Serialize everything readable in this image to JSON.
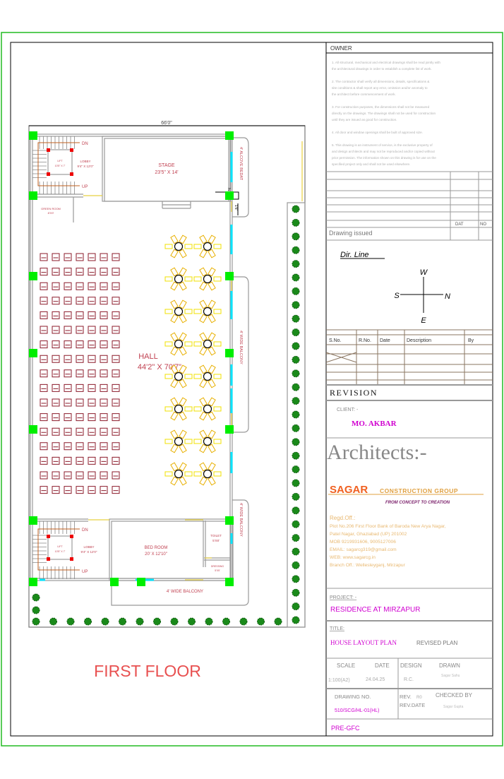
{
  "colors": {
    "frame_green": "#22bb22",
    "column_green": "#00ee00",
    "glass_cyan": "#00e5ff",
    "room_label": "#c04050",
    "chair": "#8b1a2a",
    "table_yellow": "#e8b000",
    "magenta": "#d000d0",
    "orange": "#f06020",
    "gold": "#e0a040",
    "purple": "#7a1f6a",
    "tree": "#1a8a1a"
  },
  "plan": {
    "overall_dimension": "66'0\"",
    "stage_label": "STAGE",
    "stage_size": "23'5\" X 14'",
    "lobby_top_label": "LOBBY",
    "lobby_top_size": "9'4\" X 12'0\"",
    "lift_top_label": "LIFT",
    "lift_top_size": "10'5\" X 7'",
    "green_room_label": "GREEN ROOM",
    "green_room_size": "8'X9'",
    "dn_label_top": "DN",
    "up_label_top": "UP",
    "hall_label": "HALL",
    "hall_size": "44'2\" X 70'7\"",
    "alcove_top": "4' ALCOVE BEDAT",
    "alcove_mid": "4' WIDE BALCONY",
    "alcove_bottom": "4' WIDE BALCONY",
    "dim_small_1": "2'",
    "dim_small_2": "1'6\"",
    "lift_bottom_label": "LIFT",
    "lift_bottom_size": "10'5\" X 7'",
    "lobby_bottom_label": "LOBBY",
    "lobby_bottom_size": "9'4\" X 12'0\"",
    "dn_label_bottom": "DN",
    "up_label_bottom": "UP",
    "bedroom_label": "BED ROOM",
    "bedroom_size": "20' X 12'10\"",
    "toilet_label": "TOILET",
    "toilet_size": "5'X8'",
    "dressing_label": "DRESSING",
    "dressing_size": "5'X5'",
    "balcony_bottom": "4' WIDE BALCONY",
    "floor_title": "FIRST FLOOR",
    "chair_rows": 17,
    "chairs_per_row": 7,
    "table_rows": 8,
    "table_cols": 2
  },
  "title_block": {
    "owner_header": "OWNER",
    "notes": [
      "1. All structural, mechanical and electrical drawings shall be read jointly with",
      "the architectural drawings in order to establish a complete list of work.",
      "2. The contractor shall verify all dimensions, details, specifications &",
      "site conditions & shall report any error, omission and/or anomaly to",
      "the architect before commencement of work.",
      "3. For construction purposes, the dimensions shall not be measured",
      "directly on the drawings. The drawings shall not be used for construction",
      "until they are issued as good for construction.",
      "4. All door and window openings shall be built of approved size.",
      "5. This drawing is an instrument of service, is the exclusive property of",
      "and design architects and may not be reproduced and/or copied without",
      "prior permission. The information shown on this drawing is for use on the",
      "specified project only and shall not be used elsewhere."
    ],
    "dat_label": "DAT",
    "no_label": "NO",
    "drawing_issued": "Drawing issued",
    "dir_line": "Dir. Line",
    "compass": {
      "top": "W",
      "left": "S",
      "right": "N",
      "bottom": "E"
    },
    "revision_headers": [
      "S.No.",
      "R.No.",
      "Date",
      "Description",
      "By"
    ],
    "revision_title": "REVISION",
    "client_label": "CLIENT: -",
    "client_name": "MO. AKBAR",
    "architects_heading": "Architects:-",
    "firm_name": "SAGAR",
    "firm_sub": "CONSTRUCTION GROUP",
    "tagline": "FROM CONCEPT TO CREATION",
    "address": [
      "Regd.Off.:",
      "Plot No.206 First Floor Bank of Baroda New Arya Nagar,",
      "Patel Nagar, Ghaziabad (UP) 201002",
      "MOB 9219931606, 9005127006",
      "EMAIL: sagarcg319@gmail.com",
      "WEB: www.sagarcg.in",
      "Branch Off.: Wellesleyganj, Mirzapur"
    ],
    "project_label": "PROJECT: -",
    "project_name": "RESIDENCE  AT MIRZAPUR",
    "title_label": "TITLE:",
    "title_main": "HOUSE LAYOUT PLAN",
    "title_sub": "REVISED  PLAN",
    "scale_label": "SCALE",
    "scale_value": "1:100(A2)",
    "date_label": "DATE",
    "date_value": "24.04.25",
    "design_label": "DESIGN",
    "design_value": "R.C.",
    "drawn_label": "DRAWN",
    "drawn_value": "Sagar Sahu",
    "drawing_no_label": "DRAWING NO.",
    "drawing_no_value": "510/SCG/HL-01(HL)",
    "rev_label": "REV.",
    "rev_value": "R0",
    "rev_date_label": "REV.DATE",
    "checked_label": "CHECKED  BY",
    "checked_value": "Sagar Gupta",
    "status": "PRE-GFC"
  }
}
